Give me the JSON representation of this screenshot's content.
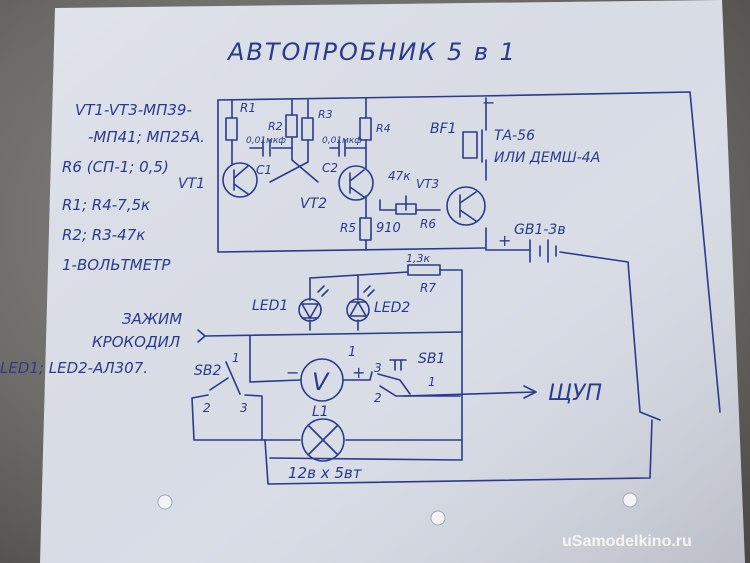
{
  "title": "АВТОПРОБНИК 5 в 1",
  "notes": {
    "transistors_1": "VT1-VT3-МП39-",
    "transistors_2": "-МП41; МП25А.",
    "r6": "R6 (СП-1; 0,5)",
    "r1_r4": "R1; R4-7,5к",
    "r2_r3": "R2; R3-47к",
    "voltmeter": "1-ВОЛЬТМЕТР",
    "clip_1": "ЗАЖИМ",
    "clip_2": "КРОКОДИЛ",
    "leds": "LED1; LED2-АЛ307."
  },
  "components": {
    "r1": "R1",
    "r2": "R2",
    "r3": "R3",
    "r4": "R4",
    "c1": "C1",
    "c2": "C2",
    "c_value_1": "0,01мкф",
    "c_value_2": "0,01мкф",
    "vt1": "VT1",
    "vt2": "VT2",
    "vt3": "VT3",
    "r6_value": "47к",
    "r6": "R6",
    "r5": "R5",
    "r5_value": "910",
    "bf1": "BF1",
    "bf1_type_1": "ТА-56",
    "bf1_type_2": "ИЛИ ДЕМШ-4А",
    "minus": "−",
    "plus": "+",
    "gb1": "GB1-3в",
    "r7_value": "1,3к",
    "r7": "R7",
    "led1": "LED1",
    "led2": "LED2",
    "sb1": "SB1",
    "sb2": "SB2",
    "voltmeter_sym": "V",
    "v_minus": "−",
    "v_plus": "+",
    "pin_1a": "1",
    "pin_2a": "2",
    "pin_3a": "3",
    "pin_1b": "1",
    "pin_2b": "2",
    "pin_3b": "3",
    "pin_v1": "1",
    "probe": "ЩУП",
    "lamp": "L1",
    "lamp_spec": "12в х 5вт"
  },
  "watermark": "uSamodelkino.ru",
  "colors": {
    "ink": "#2b3a8c",
    "paper": "#dfe3ec",
    "background": "#5c5955"
  }
}
